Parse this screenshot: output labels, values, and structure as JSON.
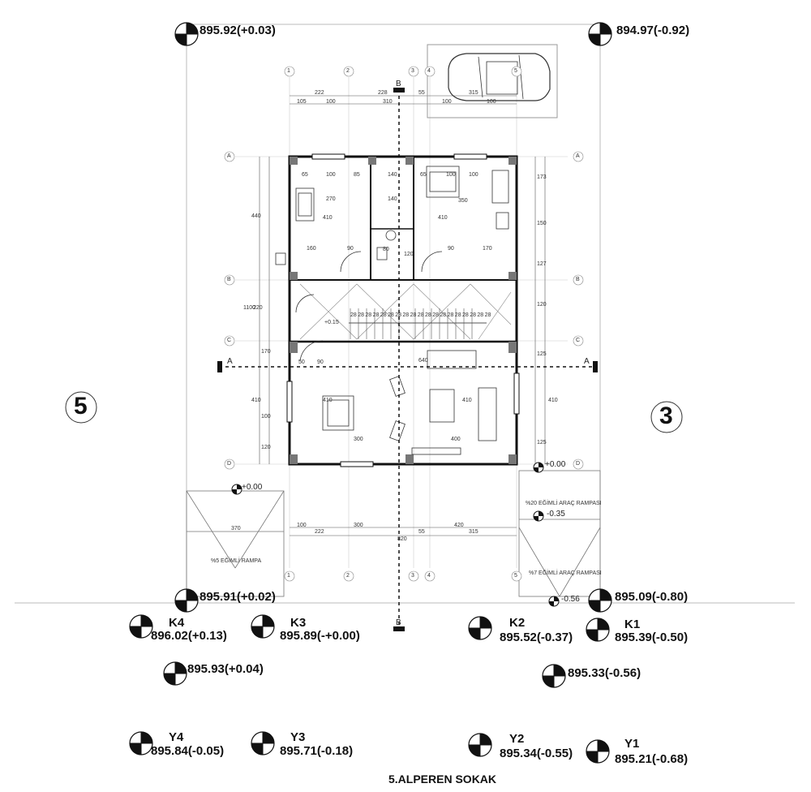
{
  "elevation_points": {
    "top_left": "895.92(+0.03)",
    "top_right": "894.97(-0.92)",
    "bottom_left": "895.91(+0.02)",
    "bottom_right": "895.09(-0.80)",
    "mid_left": "895.93(+0.04)",
    "mid_right": "895.33(-0.56)"
  },
  "corner_points": [
    {
      "label": "K4",
      "value": "896.02(+0.13)"
    },
    {
      "label": "K3",
      "value": "895.89(-+0.00)"
    },
    {
      "label": "K2",
      "value": "895.52(-0.37)"
    },
    {
      "label": "K1",
      "value": "895.39(-0.50)"
    }
  ],
  "road_points": [
    {
      "label": "Y4",
      "value": "895.84(-0.05)"
    },
    {
      "label": "Y3",
      "value": "895.71(-0.18)"
    },
    {
      "label": "Y2",
      "value": "895.34(-0.55)"
    },
    {
      "label": "Y1",
      "value": "895.21(-0.68)"
    }
  ],
  "neighbors": {
    "left": "5",
    "right": "3"
  },
  "street_name": "5.ALPEREN SOKAK",
  "levels": {
    "entry_left": "+0.00",
    "entry_right": "+0.00",
    "ramp_mid": "-0.35",
    "ramp_end": "-0.56",
    "inner": "+0.15"
  },
  "ramps": {
    "left_label": "%5 EĞİMLİ RAMPA",
    "right_upper_label": "%20 EĞİMLİ ARAÇ RAMPASI",
    "right_lower_label": "%7 EĞİMLİ ARAÇ RAMPASI"
  },
  "section_markers": {
    "horizontal": "A",
    "vertical": "B"
  },
  "grid_axes": {
    "columns": [
      "1",
      "2",
      "3",
      "4",
      "5"
    ],
    "rows": [
      "A",
      "B",
      "C",
      "D"
    ]
  },
  "top_dims": {
    "row1": [
      "222",
      "228",
      "55",
      "315"
    ],
    "row2": [
      "105",
      "100",
      "310",
      "100",
      "100"
    ]
  },
  "bottom_dims": {
    "row1": [
      "370",
      "100",
      "222",
      "300",
      "55",
      "420",
      "315"
    ],
    "total": "820"
  },
  "right_dims": [
    "173",
    "150",
    "127",
    "120",
    "125",
    "410",
    "125"
  ],
  "left_dims": [
    "440",
    "1100",
    "220",
    "170",
    "410",
    "100",
    "120"
  ],
  "room_dims": {
    "bedroom": [
      "65",
      "100",
      "85",
      "270",
      "410",
      "160",
      "90"
    ],
    "kitchen": [
      "65",
      "100",
      "100",
      "350",
      "410",
      "90",
      "170"
    ],
    "bath": [
      "140",
      "140",
      "80",
      "120"
    ],
    "hall": [
      "28",
      "28",
      "28",
      "28",
      "28",
      "28",
      "28",
      "28",
      "28",
      "28",
      "28",
      "28",
      "28",
      "28",
      "28",
      "28",
      "28",
      "28",
      "28"
    ],
    "living": [
      "410",
      "300",
      "640",
      "410",
      "400",
      "90",
      "50"
    ]
  }
}
